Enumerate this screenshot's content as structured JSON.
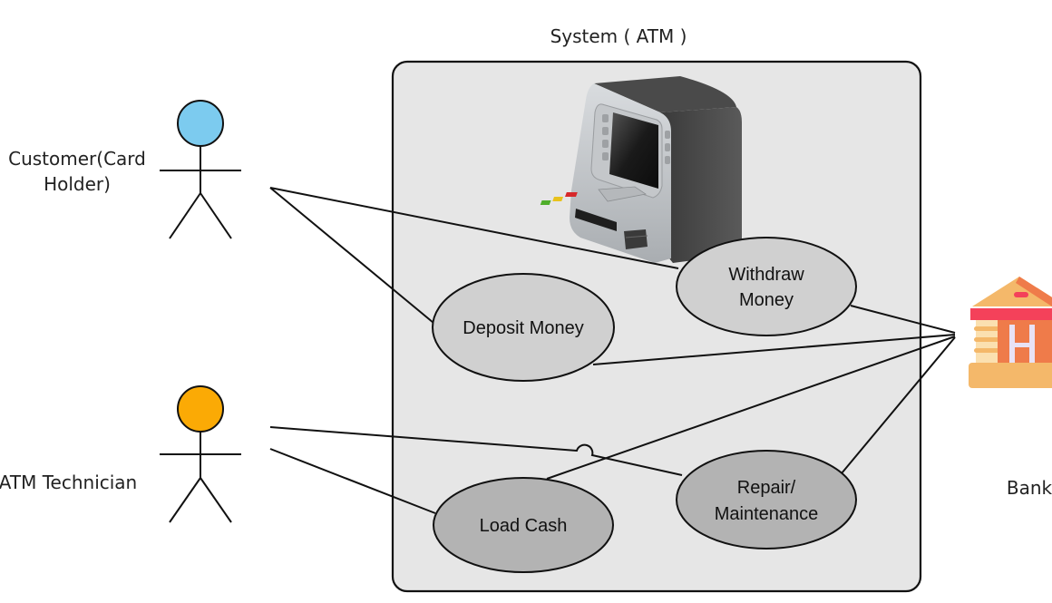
{
  "diagram": {
    "type": "use-case",
    "system": {
      "title": "System ( ATM )",
      "fill": "#e6e6e6",
      "icon": "atm-machine-icon"
    },
    "actors": [
      {
        "id": "customer",
        "label_lines": [
          "Customer(Card",
          "Holder)"
        ],
        "head_color": "#7ccbef"
      },
      {
        "id": "technician",
        "label_lines": [
          "ATM Technician"
        ],
        "head_color": "#fbaa05"
      },
      {
        "id": "bank",
        "label_lines": [
          "Bank"
        ],
        "icon": "bank-building-icon"
      }
    ],
    "use_cases": [
      {
        "id": "deposit",
        "label_lines": [
          "Deposit Money"
        ],
        "fill": "#d0d0d0"
      },
      {
        "id": "withdraw",
        "label_lines": [
          "Withdraw",
          "Money"
        ],
        "fill": "#d0d0d0"
      },
      {
        "id": "load",
        "label_lines": [
          "Load Cash"
        ],
        "fill": "#b3b3b3"
      },
      {
        "id": "repair",
        "label_lines": [
          "Repair/",
          "Maintenance"
        ],
        "fill": "#b3b3b3"
      }
    ],
    "associations": [
      {
        "from": "customer",
        "to": "deposit"
      },
      {
        "from": "customer",
        "to": "withdraw"
      },
      {
        "from": "technician",
        "to": "repair"
      },
      {
        "from": "technician",
        "to": "load"
      },
      {
        "from": "bank",
        "to": "withdraw"
      },
      {
        "from": "bank",
        "to": "deposit"
      },
      {
        "from": "bank",
        "to": "load"
      },
      {
        "from": "bank",
        "to": "repair"
      }
    ]
  }
}
